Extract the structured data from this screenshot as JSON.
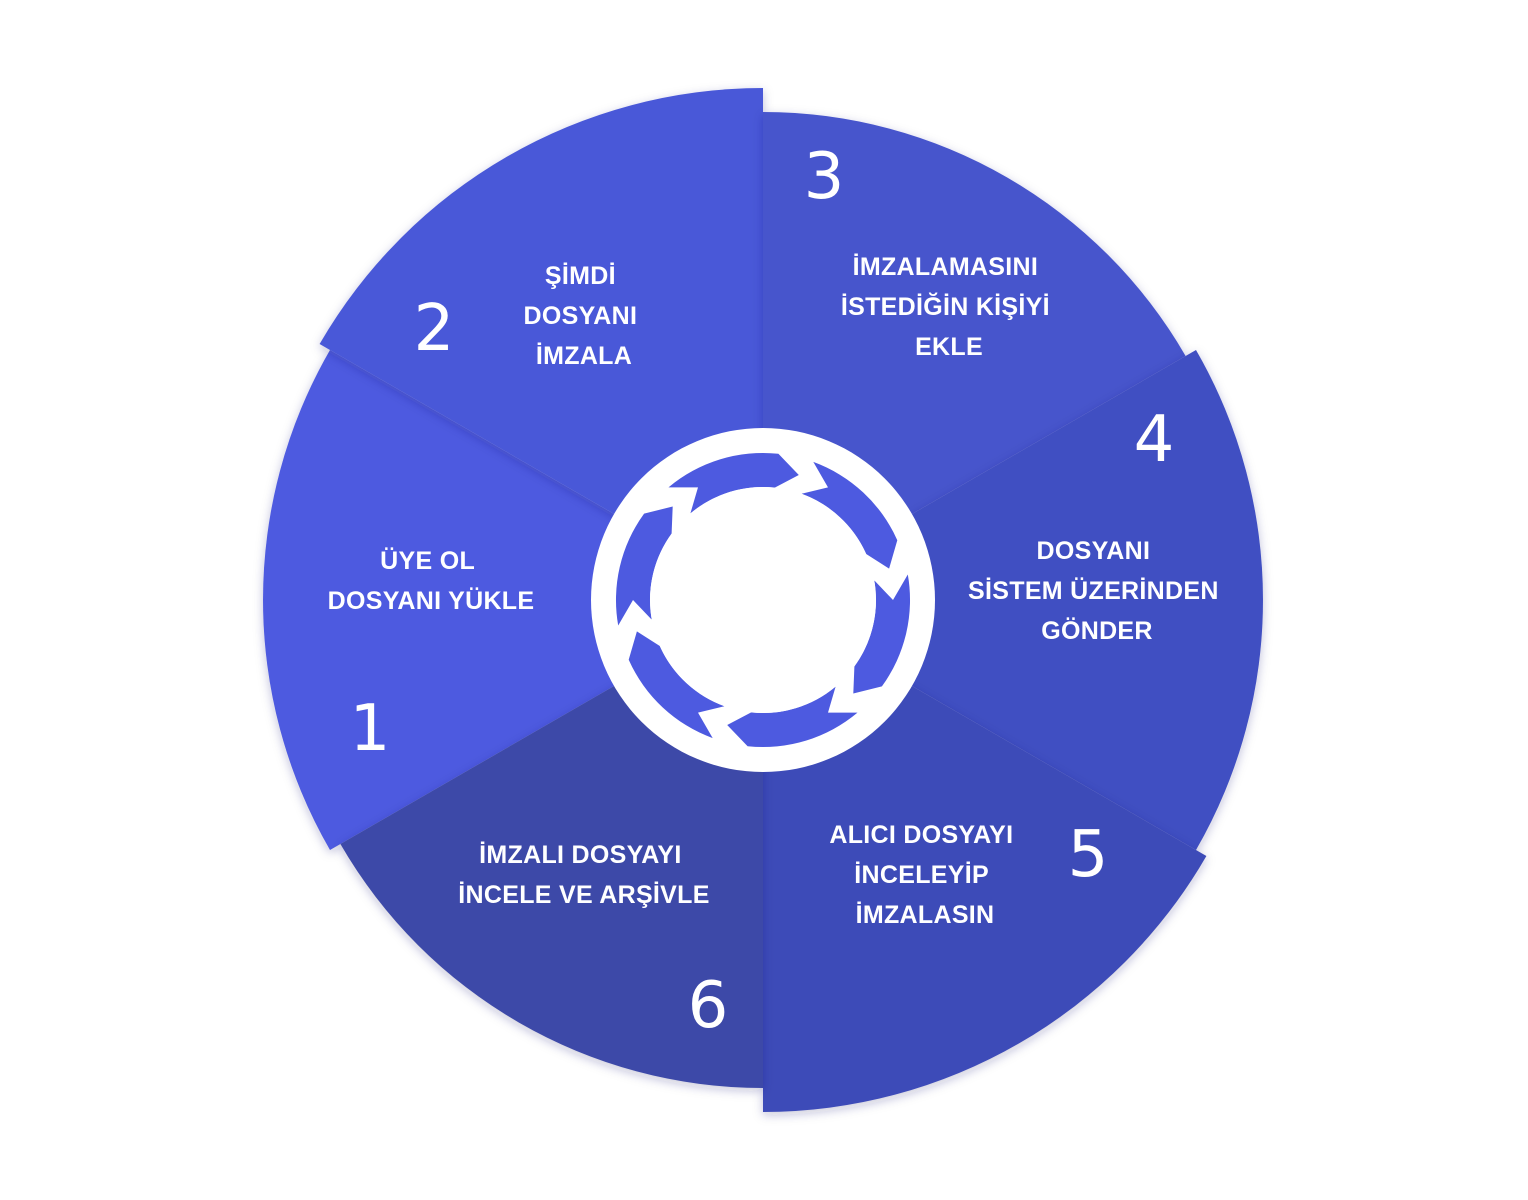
{
  "steps": [
    {
      "number": "1",
      "lines": [
        "ÜYE OL",
        "DOSYANI YÜKLE"
      ],
      "color": "#4d5ae0"
    },
    {
      "number": "2",
      "lines": [
        "ŞİMDİ",
        "DOSYANI",
        "İMZALA"
      ],
      "color": "#4a59d8"
    },
    {
      "number": "3",
      "lines": [
        "İMZALAMASINI",
        "İSTEDİĞİN KİŞİYİ",
        "EKLE"
      ],
      "color": "#4654cc"
    },
    {
      "number": "4",
      "lines": [
        "DOSYANI",
        "SİSTEM ÜZERİNDEN",
        "GÖNDER"
      ],
      "color": "#414fc2"
    },
    {
      "number": "5",
      "lines": [
        "ALICI DOSYAYI",
        "İNCELEYİP",
        "İMZALASIN"
      ],
      "color": "#3e4bb8"
    },
    {
      "number": "6",
      "lines": [
        "İMZALI DOSYAYI",
        "İNCELE VE ARŞİVLE"
      ],
      "color": "#3c48a8"
    }
  ],
  "center": {
    "ring_color": "#ffffff",
    "arrow_color": "#4d5ae0",
    "icon": "cycle-arrows-icon"
  }
}
